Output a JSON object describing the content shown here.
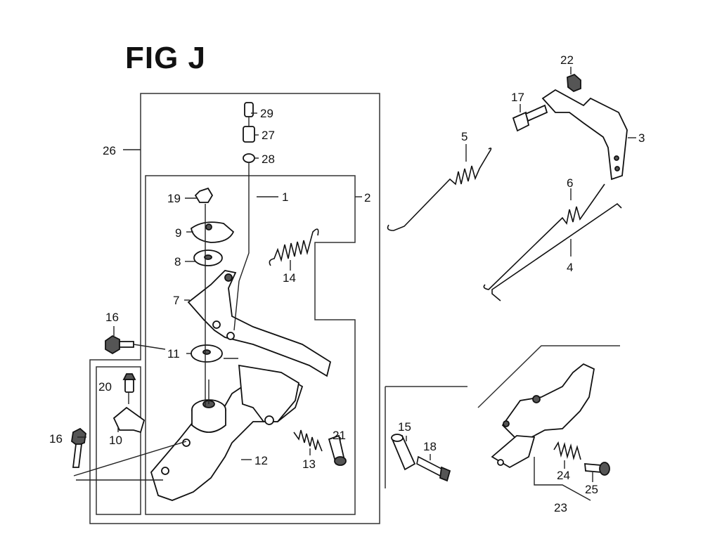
{
  "figure": {
    "title": "FIG J"
  },
  "callouts": {
    "c1": "1",
    "c2": "2",
    "c3": "3",
    "c4": "4",
    "c5": "5",
    "c6": "6",
    "c7": "7",
    "c8": "8",
    "c9": "9",
    "c10": "10",
    "c11": "11",
    "c12": "12",
    "c13": "13",
    "c14": "14",
    "c15": "15",
    "c16a": "16",
    "c16b": "16",
    "c17": "17",
    "c18": "18",
    "c19": "19",
    "c20": "20",
    "c21": "21",
    "c22": "22",
    "c23": "23",
    "c24": "24",
    "c25": "25",
    "c26": "26",
    "c27": "27",
    "c28": "28",
    "c29": "29"
  }
}
